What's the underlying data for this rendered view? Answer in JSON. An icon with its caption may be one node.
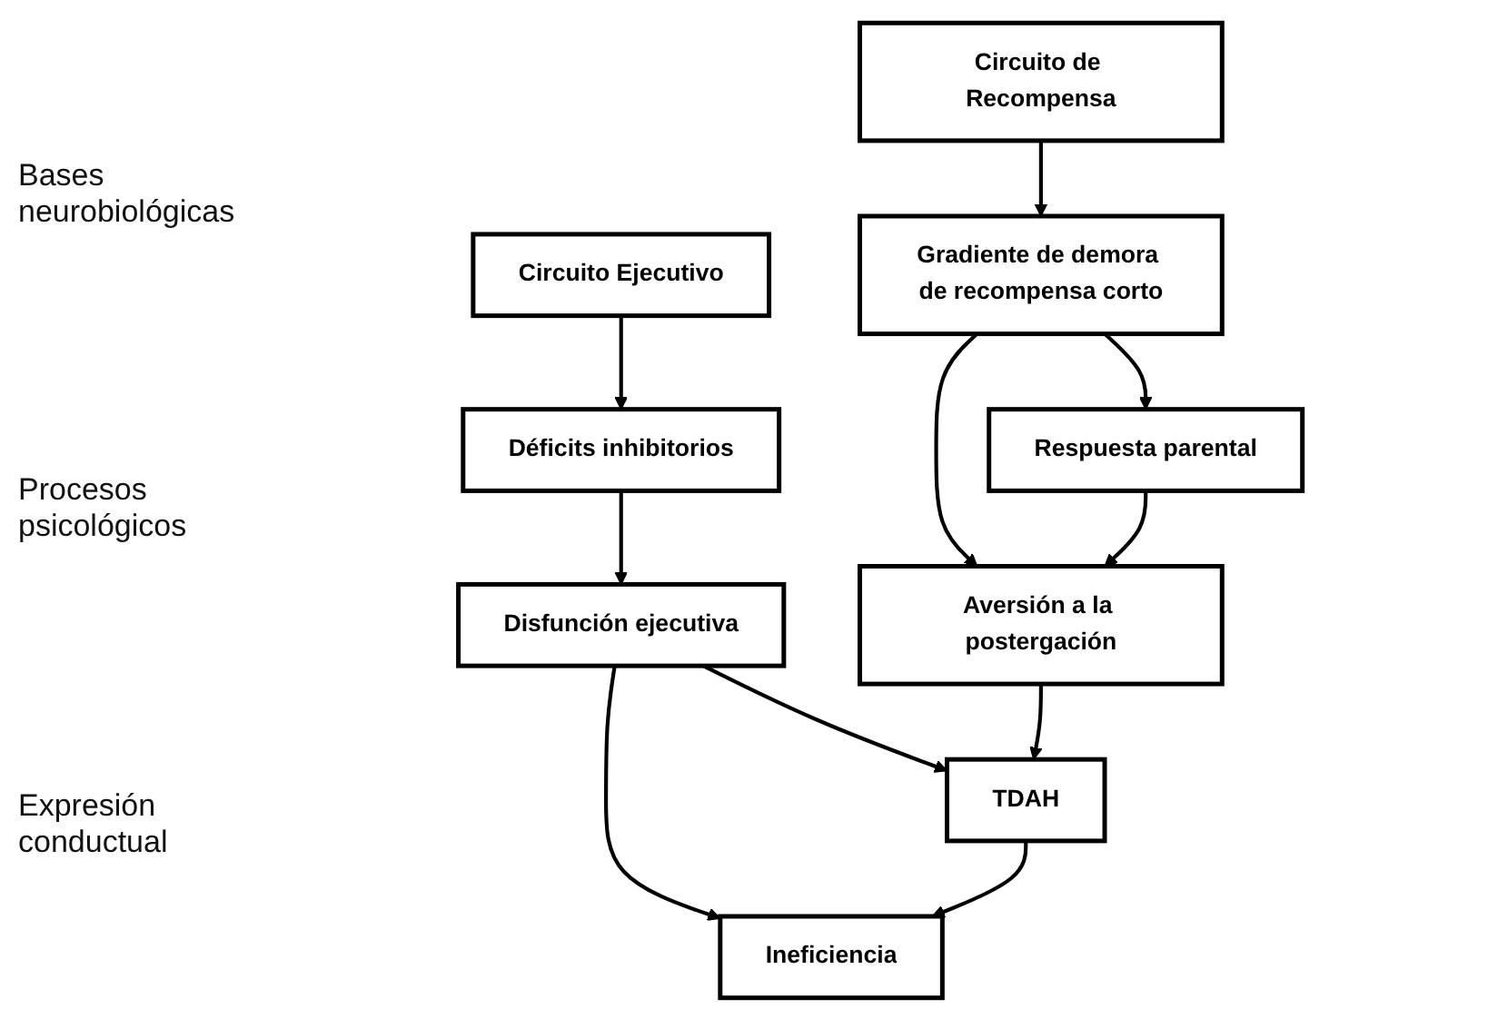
{
  "diagram": {
    "nodes": [
      {
        "text": [
          "Circuito Ejecutivo"
        ]
      },
      {
        "text": [
          "Circuito de Recompensa"
        ]
      },
      {
        "text": [
          "Déficits inhibitorios"
        ]
      },
      {
        "text": [
          "Gradiente de demora de recompensa corto"
        ]
      },
      {
        "text": [
          "Respuesta parental"
        ]
      },
      {
        "text": [
          "Disfunción ejecutiva"
        ]
      },
      {
        "text": [
          "Aversión a la postergación"
        ]
      },
      {
        "text": [
          "TDAH"
        ]
      },
      {
        "text": [
          "Ineficiencia"
        ]
      }
    ],
    "edges": [
      {
        "from": 0,
        "to": 2,
        "arrow": "to"
      },
      {
        "from": 1,
        "to": 3,
        "arrow": "to"
      },
      {
        "from": 3,
        "to": 4,
        "arrow": "to"
      },
      {
        "from": 3,
        "to": 6,
        "arrow": "to"
      },
      {
        "from": 4,
        "to": 6,
        "arrow": "to"
      },
      {
        "from": 2,
        "to": 5,
        "arrow": "to"
      },
      {
        "from": 5,
        "to": 7,
        "arrow": "to"
      },
      {
        "from": 6,
        "to": 7,
        "arrow": "to"
      },
      {
        "from": 5,
        "to": 8,
        "arrow": "to"
      },
      {
        "from": 7,
        "to": 8,
        "arrow": "to"
      }
    ],
    "labels": [
      "Bases neurobiológicas",
      "Procesos psicológicos",
      "Expresión conductual"
    ]
  }
}
